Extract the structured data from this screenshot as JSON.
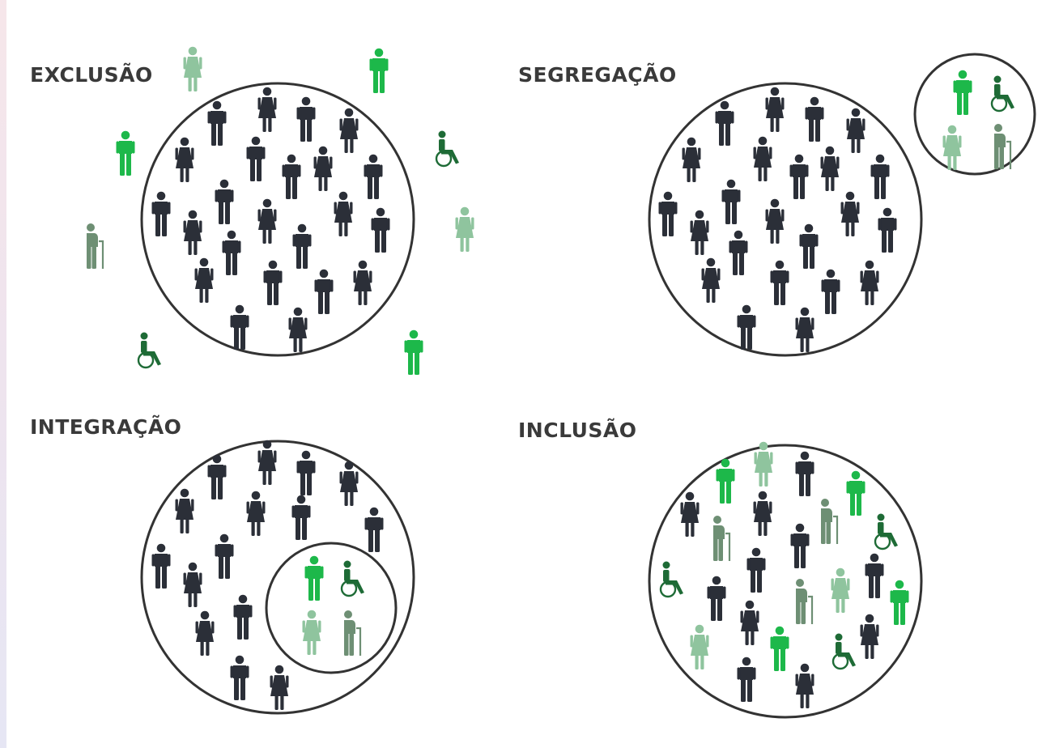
{
  "panels": {
    "exclusion": {
      "title": "EXCLUSÃO"
    },
    "segregation": {
      "title": "SEGREGAÇÃO"
    },
    "integration": {
      "title": "INTEGRAÇÃO"
    },
    "inclusion": {
      "title": "INCLUSÃO"
    }
  },
  "colors": {
    "majority": "#2b2f38",
    "bright_green": "#1db84a",
    "light_green": "#8fc49e",
    "dark_green": "#1e6b36",
    "gray_green": "#6e8f74",
    "circle_stroke": "#333333"
  },
  "icons": {
    "person_male": "person-male-icon",
    "person_female": "person-female-icon",
    "wheelchair": "wheelchair-icon",
    "elderly_cane": "elderly-cane-icon"
  }
}
